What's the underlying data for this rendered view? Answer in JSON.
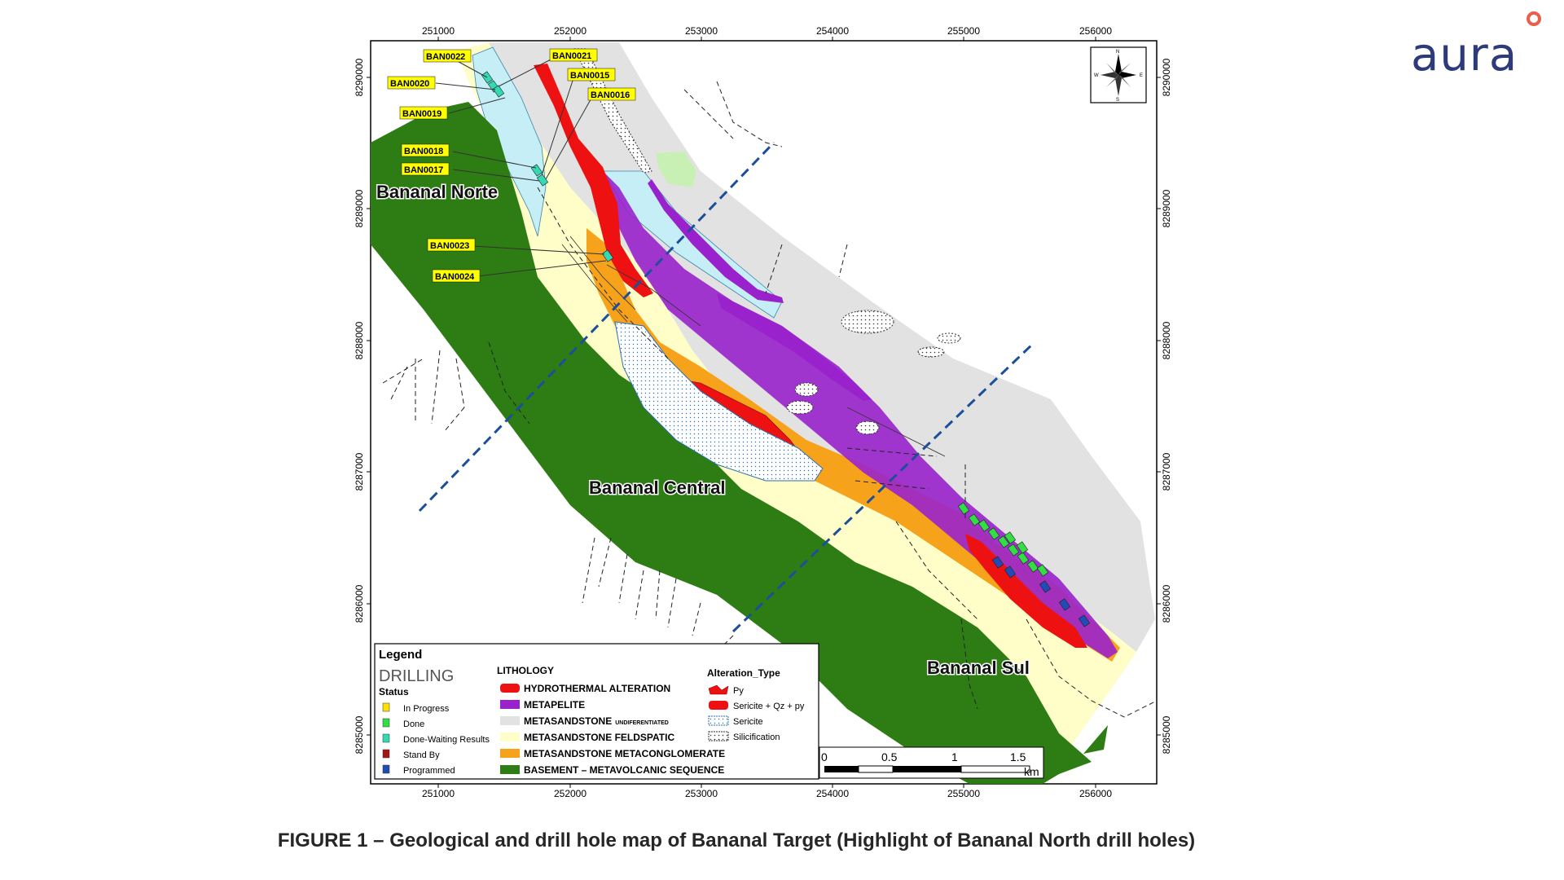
{
  "brand": {
    "name": "aura",
    "accent_color": "#e8604a",
    "text_color": "#2d3b7a"
  },
  "caption": "FIGURE 1 – Geological and drill hole map of Bananal Target (Highlight of Bananal North drill holes)",
  "map": {
    "x_coords": [
      "251000",
      "252000",
      "253000",
      "254000",
      "255000",
      "256000"
    ],
    "y_coords": [
      "8290000",
      "8289000",
      "8288000",
      "8287000",
      "8286000",
      "8285000"
    ],
    "zones": {
      "north": "Bananal Norte",
      "central": "Bananal Central",
      "south": "Bananal Sul"
    },
    "north_arrow": {
      "n": "N",
      "s": "S",
      "e": "E",
      "w": "W"
    },
    "drill_holes": [
      "BAN0022",
      "BAN0021",
      "BAN0020",
      "BAN0015",
      "BAN0019",
      "BAN0016",
      "BAN0018",
      "BAN0017",
      "BAN0023",
      "BAN0024"
    ],
    "colors": {
      "basement": "#2e7d14",
      "feldspatic": "#fffdc8",
      "undifferentiated": "#e2e2e2",
      "hydrothermal": "#ee1111",
      "metapelite": "#9922cc",
      "metaconglomerate": "#f7a21b",
      "sericite": "#c6eef7",
      "waiting_results": "#33d9b2",
      "done": "#33dd44",
      "programmed": "#1f4db5",
      "section_line": "#1c4f9a"
    }
  },
  "legend": {
    "title": "Legend",
    "drilling": {
      "heading": "DRILLING",
      "status_label": "Status",
      "items": [
        "In Progress",
        "Done",
        "Done-Waiting Results",
        "Stand By",
        "Programmed"
      ]
    },
    "lithology": {
      "heading": "LITHOLOGY",
      "items": [
        {
          "label": "HYDROTHERMAL ALTERATION",
          "suffix": ""
        },
        {
          "label": "METAPELITE",
          "suffix": ""
        },
        {
          "label": "METASANDSTONE",
          "suffix": "UNDIFERENTIATED"
        },
        {
          "label": "METASANDSTONE FELDSPATIC",
          "suffix": ""
        },
        {
          "label": "METASANDSTONE METACONGLOMERATE",
          "suffix": ""
        },
        {
          "label": "BASEMENT – METAVOLCANIC SEQUENCE",
          "suffix": ""
        }
      ]
    },
    "alteration": {
      "heading": "Alteration_Type",
      "items": [
        "Py",
        "Sericite + Qz + py",
        "Sericite",
        "Silicification"
      ]
    }
  },
  "scale": {
    "ticks": [
      "0",
      "0.5",
      "1",
      "1.5"
    ],
    "unit": "km"
  }
}
